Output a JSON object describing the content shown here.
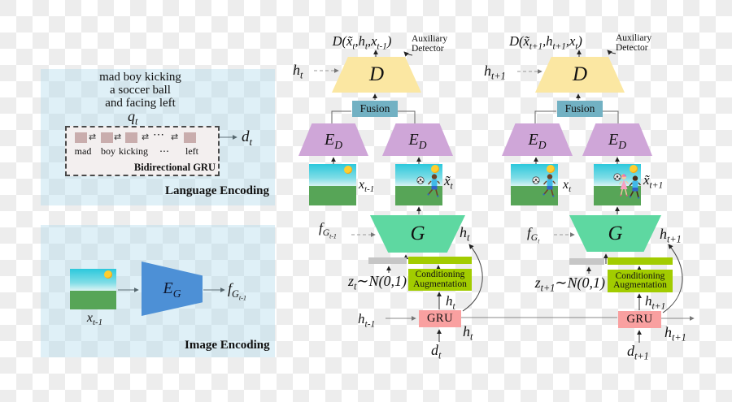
{
  "colors": {
    "panel_bg": "#ddeef6",
    "detector_fill": "#fbe7a2",
    "fusion_fill": "#72b1c3",
    "frame_encoder_fill": "#cfa6d8",
    "generator_fill": "#5ed8a1",
    "conditioning_fill": "#a2cc00",
    "gru_fill": "#f9a0a0",
    "image_encoder_fill": "#4d90d6",
    "word_square_fill": "#c9adad",
    "noise_bar_fill": "#c6c6c6"
  },
  "language_panel": {
    "title": "Language Encoding",
    "caption": [
      "mad boy kicking",
      "a soccer ball",
      "and facing left"
    ],
    "query": "q_{t}",
    "box_label": "Bidirectional GRU",
    "words": [
      "mad",
      "boy",
      "kicking",
      "⋯",
      "left"
    ],
    "dots": "⋯",
    "arrow_glyph": "⇄",
    "output": "d_{t}"
  },
  "image_panel": {
    "title": "Image Encoding",
    "frame": "x_{t-1}",
    "encoder": "E_{G}",
    "output": "f_{G_{t-1}}"
  },
  "step_t": {
    "detector_expr": "D(x̃_{t},h_{t},x_{t-1})",
    "aux": [
      "Auxiliary",
      "Detector"
    ],
    "detector": "D",
    "h_in": "h_{t}",
    "fusion": "Fusion",
    "enc_left": "E_{D}",
    "enc_right": "E_{D}",
    "frame_real": "x_{t-1}",
    "frame_gen": "x̃_{t}",
    "generator": "G",
    "gen_in": "f_{G_{t-1}}",
    "gen_h": "h_{t}",
    "noise": "z_{t}∼N(0,1)",
    "ca": [
      "Conditioning",
      "Augmentation"
    ],
    "ca_h": "h_{t}",
    "gru": "GRU",
    "h_prev": "h_{t-1}",
    "h_out": "h_{t}",
    "d_in": "d_{t}"
  },
  "step_t1": {
    "detector_expr": "D(x̃_{t+1},h_{t+1},x_{t})",
    "aux": [
      "Auxiliary",
      "Detector"
    ],
    "detector": "D",
    "h_in": "h_{t+1}",
    "fusion": "Fusion",
    "enc_left": "E_{D}",
    "enc_right": "E_{D}",
    "frame_real": "x_{t}",
    "frame_gen": "x̃_{t+1}",
    "generator": "G",
    "gen_in": "f_{G_{t}}",
    "gen_h": "h_{t+1}",
    "noise": "z_{t+1}∼N(0,1)",
    "ca": [
      "Conditioning",
      "Augmentation"
    ],
    "ca_h": "h_{t+1}",
    "gru": "GRU",
    "h_out": "h_{t+1}",
    "d_in": "d_{t+1}"
  }
}
